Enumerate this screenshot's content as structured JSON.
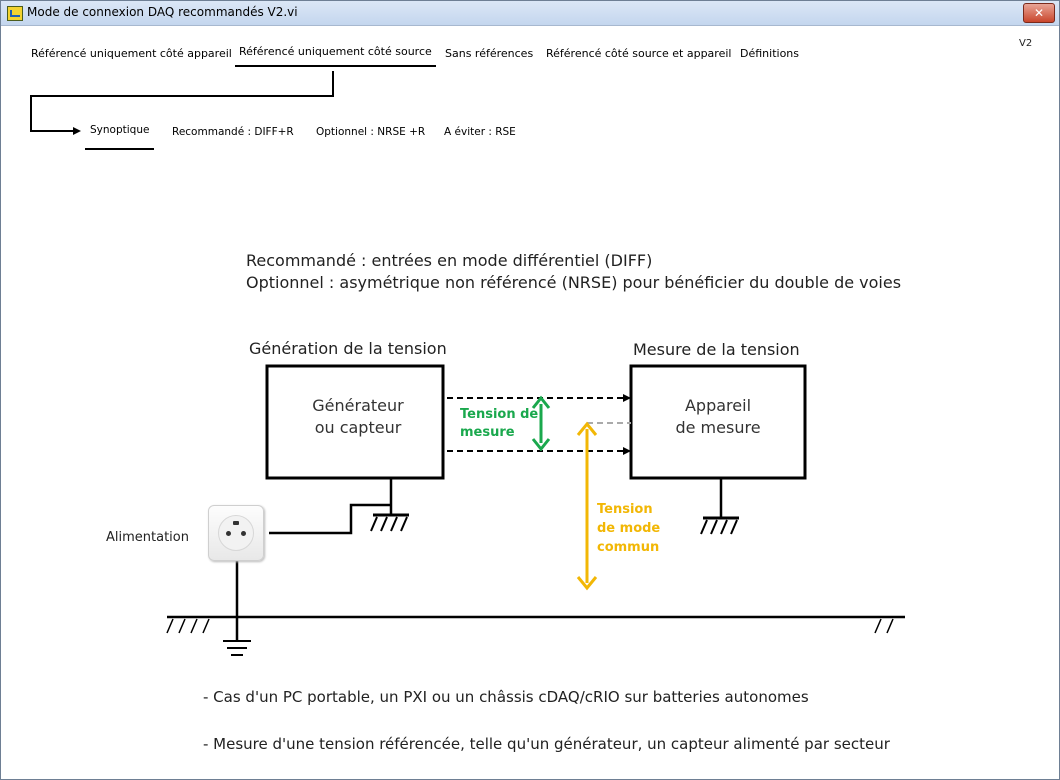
{
  "window": {
    "title": "Mode de connexion DAQ recommandés V2.vi",
    "close_label": "✕"
  },
  "version": "V2",
  "tabs": [
    {
      "label": "Référencé uniquement côté appareil",
      "active": false
    },
    {
      "label": "Référencé uniquement côté source",
      "active": true
    },
    {
      "label": "Sans références",
      "active": false
    },
    {
      "label": "Référencé côté source et appareil",
      "active": false
    },
    {
      "label": "Définitions",
      "active": false
    }
  ],
  "subtabs": [
    {
      "label": "Synoptique",
      "active": true
    },
    {
      "label": "Recommandé : DIFF+R",
      "active": false
    },
    {
      "label": "Optionnel : NRSE +R",
      "active": false
    },
    {
      "label": "A éviter  : RSE",
      "active": false
    }
  ],
  "content": {
    "heading_line1": "Recommandé : entrées en mode différentiel (DIFF)",
    "heading_line2": "Optionnel : asymétrique non référencé (NRSE) pour bénéficier du double de voies"
  },
  "diagram": {
    "generation_title": "Génération de la tension",
    "measure_title": "Mesure de la tension",
    "generator_box": [
      "Générateur",
      "ou capteur"
    ],
    "device_box": [
      "Appareil",
      "de mesure"
    ],
    "tension_mesure": [
      "Tension de",
      "mesure"
    ],
    "tension_mode_commun": [
      "Tension",
      "de mode",
      "commun"
    ],
    "alimentation": "Alimentation",
    "colors": {
      "green": "#1aa84d",
      "yellow": "#f2b705",
      "dashed_grey": "#aaaaaa"
    }
  },
  "notes": [
    "- Cas d'un PC portable, un PXI ou un châssis cDAQ/cRIO sur batteries autonomes",
    "- Mesure d'une tension référencée, telle qu'un générateur, un capteur alimenté par secteur"
  ]
}
